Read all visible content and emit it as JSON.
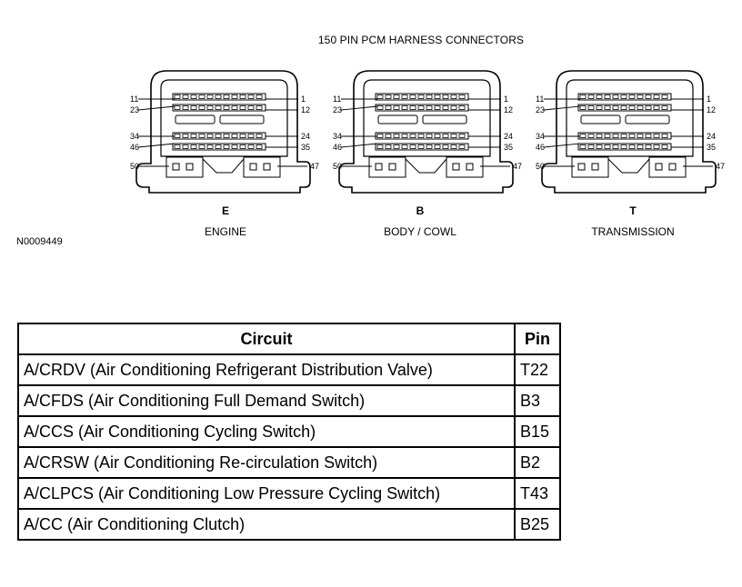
{
  "diagram": {
    "title": "150 PIN PCM HARNESS CONNECTORS",
    "figure_id": "N0009449",
    "pin_labels": {
      "top_left_1": "11",
      "top_left_2": "23",
      "top_right_1": "1",
      "top_right_2": "12",
      "mid_left_1": "34",
      "mid_left_2": "46",
      "mid_right_1": "24",
      "mid_right_2": "35",
      "bottom_left": "50",
      "bottom_right": "47"
    },
    "connectors": [
      {
        "letter": "E",
        "name": "ENGINE"
      },
      {
        "letter": "B",
        "name": "BODY / COWL"
      },
      {
        "letter": "T",
        "name": "TRANSMISSION"
      }
    ]
  },
  "table": {
    "headers": {
      "circuit": "Circuit",
      "pin": "Pin"
    },
    "rows": [
      {
        "circuit": "A/CRDV (Air Conditioning Refrigerant Distribution Valve)",
        "pin": "T22"
      },
      {
        "circuit": "A/CFDS (Air Conditioning Full Demand Switch)",
        "pin": "B3"
      },
      {
        "circuit": "A/CCS (Air Conditioning Cycling Switch)",
        "pin": "B15"
      },
      {
        "circuit": "A/CRSW (Air Conditioning Re-circulation Switch)",
        "pin": "B2"
      },
      {
        "circuit": "A/CLPCS (Air Conditioning Low Pressure Cycling Switch)",
        "pin": "T43"
      },
      {
        "circuit": "A/CC (Air Conditioning Clutch)",
        "pin": "B25"
      }
    ]
  }
}
